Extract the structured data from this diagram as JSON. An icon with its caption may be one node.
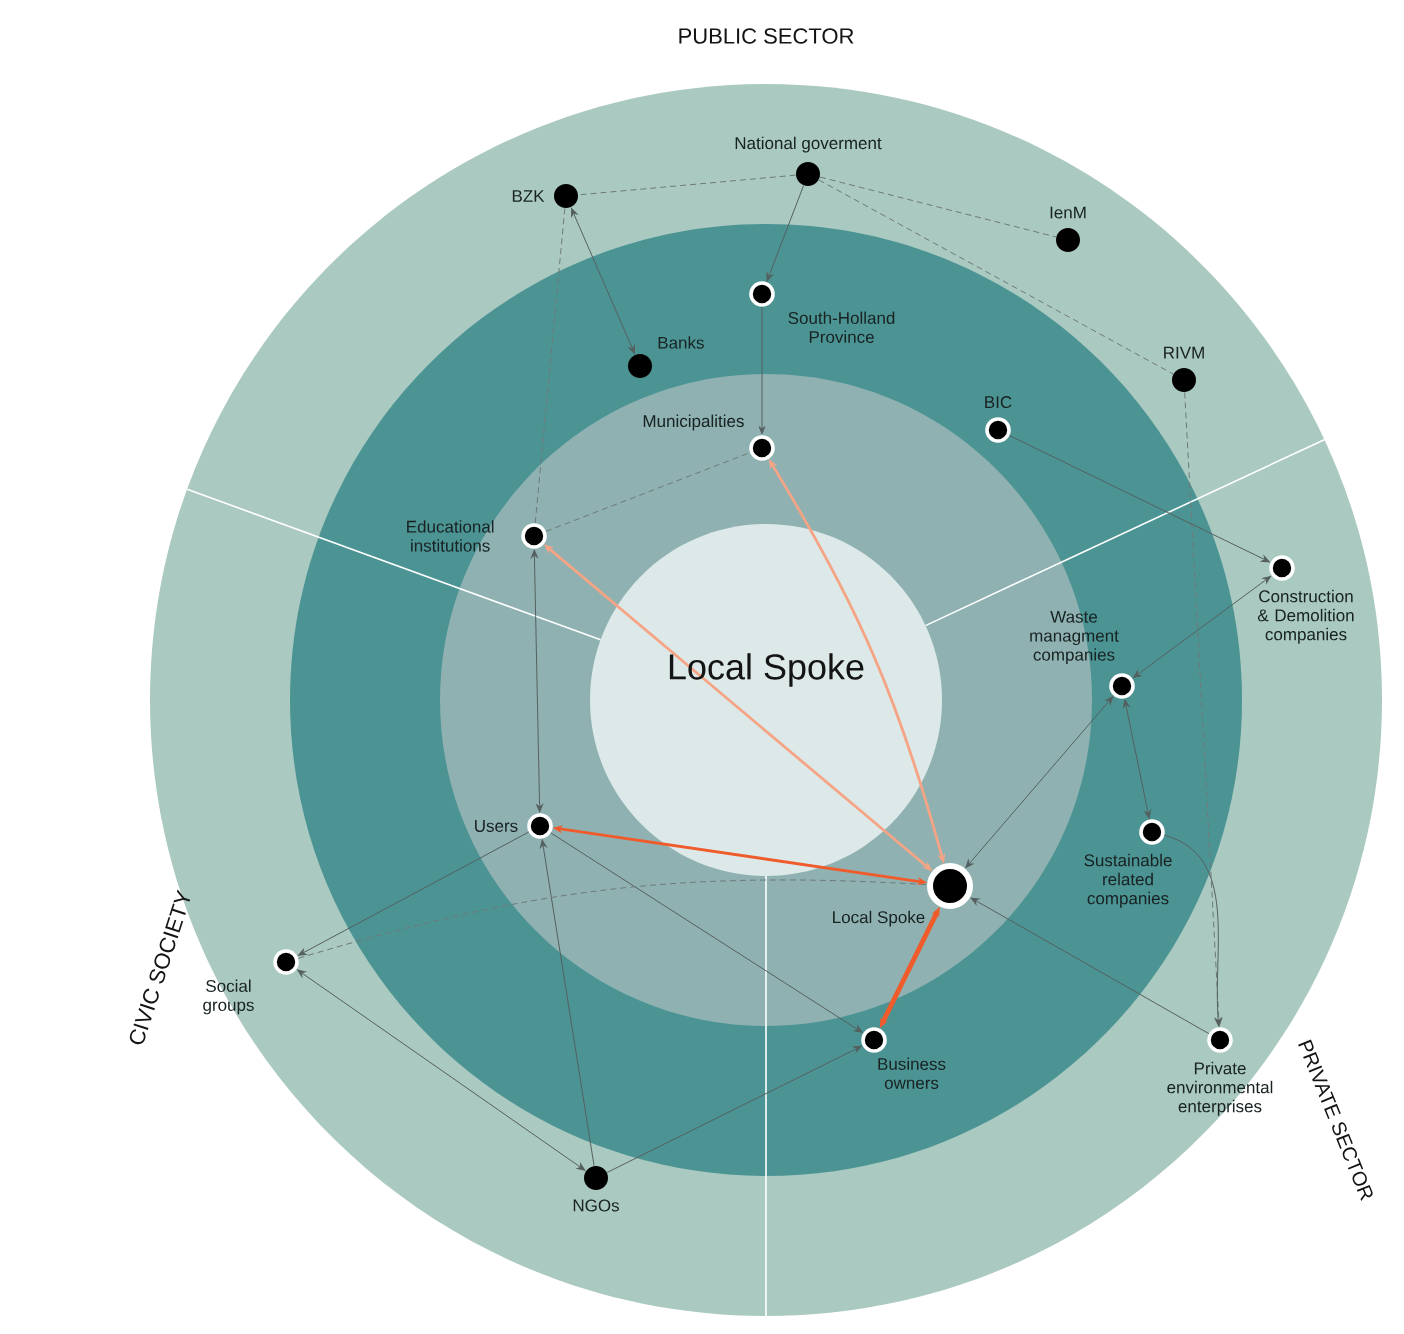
{
  "diagram": {
    "nodes": [
      {
        "text": [
          "National goverment"
        ]
      },
      {
        "text": [
          "BZK"
        ]
      },
      {
        "text": [
          "IenM"
        ]
      },
      {
        "text": [
          "RIVM"
        ]
      },
      {
        "text": [
          "Banks"
        ]
      },
      {
        "text": [
          "South-Holland Province"
        ]
      },
      {
        "text": [
          "BIC"
        ]
      },
      {
        "text": [
          "Municipalities"
        ]
      },
      {
        "text": [
          "Educational institutions"
        ]
      },
      {
        "text": [
          "Construction & Demolition companies"
        ]
      },
      {
        "text": [
          "Waste managment companies"
        ]
      },
      {
        "text": [
          "Users"
        ]
      },
      {
        "text": [
          "Sustainable related companies"
        ]
      },
      {
        "text": [
          "Local Spoke"
        ]
      },
      {
        "text": [
          "Social groups"
        ]
      },
      {
        "text": [
          "Private environmental enterprises"
        ]
      },
      {
        "text": [
          "Business owners"
        ]
      },
      {
        "text": [
          "NGOs"
        ]
      }
    ],
    "edges": [
      {
        "from": 0,
        "to": 5,
        "arrow": "to"
      },
      {
        "from": 5,
        "to": 7,
        "arrow": "to"
      },
      {
        "from": 1,
        "to": 4,
        "arrow": "both"
      },
      {
        "from": 0,
        "to": 1,
        "arrow": "none",
        "style": "dashed"
      },
      {
        "from": 0,
        "to": 2,
        "arrow": "none",
        "style": "dashed"
      },
      {
        "from": 0,
        "to": 3,
        "arrow": "none",
        "style": "dashed"
      },
      {
        "from": 3,
        "to": 15,
        "arrow": "to",
        "style": "dashed"
      },
      {
        "from": 1,
        "to": 8,
        "arrow": "none",
        "style": "dashed"
      },
      {
        "from": 8,
        "to": 7,
        "arrow": "none",
        "style": "dashed"
      },
      {
        "from": 6,
        "to": 9,
        "arrow": "to"
      },
      {
        "from": 9,
        "to": 10,
        "arrow": "both"
      },
      {
        "from": 10,
        "to": 12,
        "arrow": "both"
      },
      {
        "from": 10,
        "to": 13,
        "arrow": "both"
      },
      {
        "from": 12,
        "to": 15,
        "arrow": "to"
      },
      {
        "from": 15,
        "to": 13,
        "arrow": "to"
      },
      {
        "from": 8,
        "to": 11,
        "arrow": "both"
      },
      {
        "from": 11,
        "to": 14,
        "arrow": "to"
      },
      {
        "from": 14,
        "to": 17,
        "arrow": "both"
      },
      {
        "from": 17,
        "to": 11,
        "arrow": "to"
      },
      {
        "from": 11,
        "to": 16,
        "arrow": "to"
      },
      {
        "from": 17,
        "to": 16,
        "arrow": "to"
      },
      {
        "from": 14,
        "to": 13,
        "arrow": "none",
        "style": "dashed"
      },
      {
        "from": 13,
        "to": 8,
        "arrow": "both",
        "color": "#f5a585"
      },
      {
        "from": 13,
        "to": 7,
        "arrow": "both",
        "color": "#f5a585"
      },
      {
        "from": 13,
        "to": 11,
        "arrow": "both",
        "color": "#ef5b2b"
      },
      {
        "from": 13,
        "to": 16,
        "arrow": "both",
        "style": "thick",
        "color": "#ef5b2b"
      }
    ],
    "labels": [
      "PUBLIC SECTOR",
      "Local Spoke",
      "CIVIC SOCIETY",
      "PRIVATE SECTOR"
    ]
  }
}
